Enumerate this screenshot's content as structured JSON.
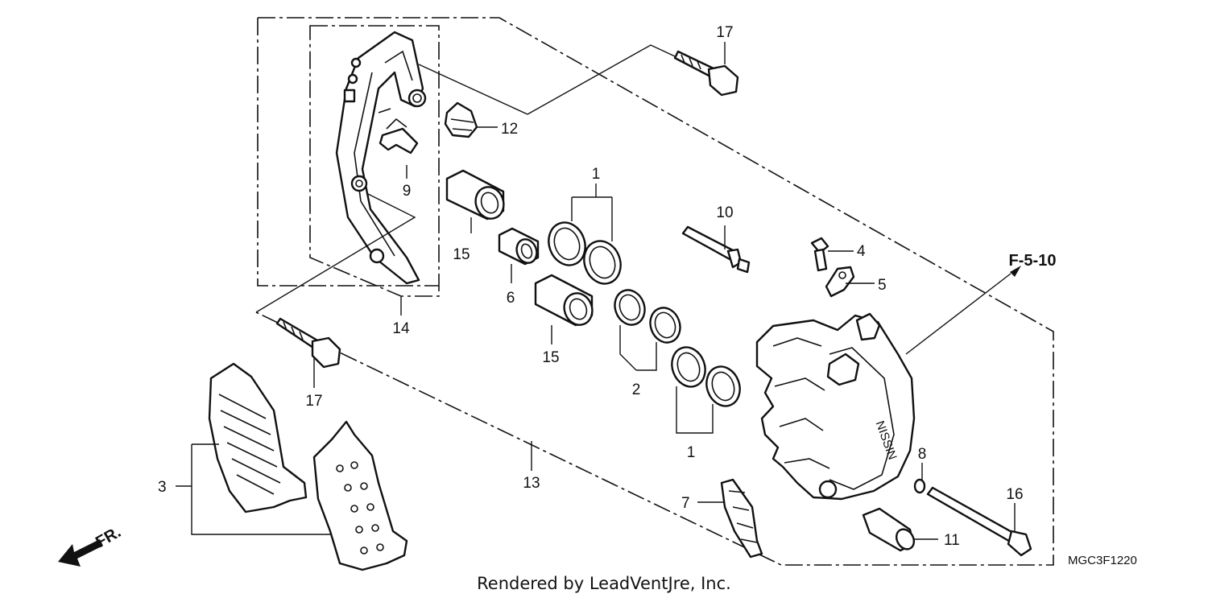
{
  "diagram": {
    "parts": [
      {
        "id": "caliper-assembly",
        "label": "13"
      },
      {
        "id": "bracket-assembly",
        "label": "14"
      },
      {
        "id": "pad-set",
        "label": "3"
      },
      {
        "id": "piston-seal-set-a",
        "label": "1"
      },
      {
        "id": "piston-seal-set-b",
        "label": "1"
      },
      {
        "id": "dust-seal-set",
        "label": "2"
      },
      {
        "id": "boot",
        "label": "6"
      },
      {
        "id": "piston-upper",
        "label": "15"
      },
      {
        "id": "piston-lower",
        "label": "15"
      },
      {
        "id": "pad-spring",
        "label": "7"
      },
      {
        "id": "o-ring",
        "label": "8"
      },
      {
        "id": "retainer-clip",
        "label": "9"
      },
      {
        "id": "slide-pin",
        "label": "10"
      },
      {
        "id": "pin-plug",
        "label": "11"
      },
      {
        "id": "boot-rubber",
        "label": "12"
      },
      {
        "id": "bleeder-screw",
        "label": "4"
      },
      {
        "id": "bleeder-cap",
        "label": "5"
      },
      {
        "id": "pad-pin",
        "label": "16"
      },
      {
        "id": "bolt-upper",
        "label": "17"
      },
      {
        "id": "bolt-lower",
        "label": "17"
      }
    ],
    "reference": "F-5-10",
    "front_indicator": "FR.",
    "diagram_code": "MGC3F1220",
    "credit": "Rendered by LeadVentJre, Inc."
  }
}
